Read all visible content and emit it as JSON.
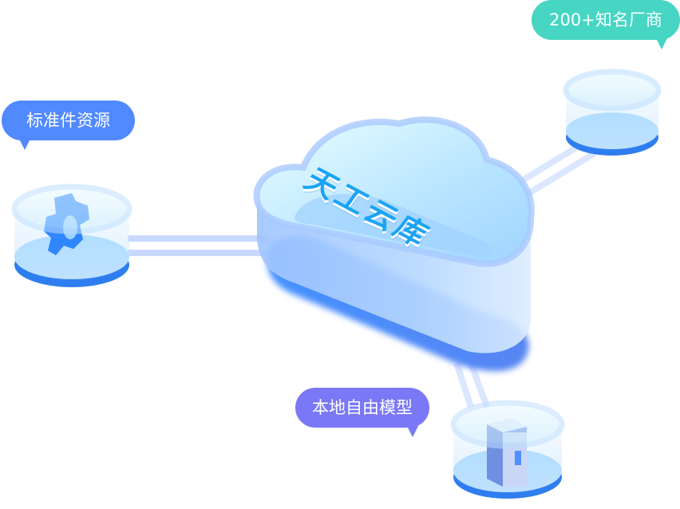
{
  "hub": {
    "title": "天工云库",
    "icon": "cloud-icon"
  },
  "nodes": [
    {
      "id": "standard",
      "label": "标准件资源",
      "icon": "gear-icon",
      "color": "#5189ff"
    },
    {
      "id": "vendors",
      "label": "200+知名厂商",
      "icon": "database-cylinder-icon",
      "color": "#46d6c3"
    },
    {
      "id": "local",
      "label": "本地自由模型",
      "icon": "server-icon",
      "color": "#7a78f6"
    }
  ],
  "colors": {
    "connector": "#c7d6ff",
    "cylinder_base": "#2f7ef0",
    "cylinder_glass": "#bfe3ff",
    "title_text": "#1aa4f5"
  }
}
